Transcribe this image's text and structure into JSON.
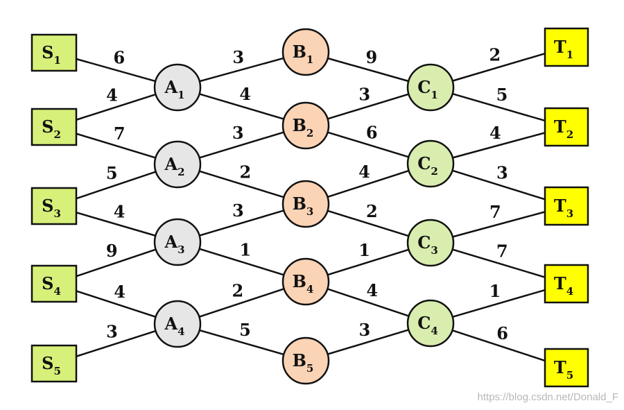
{
  "colors": {
    "source_fill": "#d6f07a",
    "target_fill": "#ffff00",
    "a_fill": "#e6e6e6",
    "b_fill": "#fbd3b5",
    "c_fill": "#d9edae",
    "stroke": "#111111"
  },
  "nodes": [
    {
      "id": "S1",
      "letter": "S",
      "sub": "1",
      "kind": "source"
    },
    {
      "id": "S2",
      "letter": "S",
      "sub": "2",
      "kind": "source"
    },
    {
      "id": "S3",
      "letter": "S",
      "sub": "3",
      "kind": "source"
    },
    {
      "id": "S4",
      "letter": "S",
      "sub": "4",
      "kind": "source"
    },
    {
      "id": "S5",
      "letter": "S",
      "sub": "5",
      "kind": "source"
    },
    {
      "id": "A1",
      "letter": "A",
      "sub": "1",
      "kind": "a"
    },
    {
      "id": "A2",
      "letter": "A",
      "sub": "2",
      "kind": "a"
    },
    {
      "id": "A3",
      "letter": "A",
      "sub": "3",
      "kind": "a"
    },
    {
      "id": "A4",
      "letter": "A",
      "sub": "4",
      "kind": "a"
    },
    {
      "id": "B1",
      "letter": "B",
      "sub": "1",
      "kind": "b"
    },
    {
      "id": "B2",
      "letter": "B",
      "sub": "2",
      "kind": "b"
    },
    {
      "id": "B3",
      "letter": "B",
      "sub": "3",
      "kind": "b"
    },
    {
      "id": "B4",
      "letter": "B",
      "sub": "4",
      "kind": "b"
    },
    {
      "id": "B5",
      "letter": "B",
      "sub": "5",
      "kind": "b"
    },
    {
      "id": "C1",
      "letter": "C",
      "sub": "1",
      "kind": "c"
    },
    {
      "id": "C2",
      "letter": "C",
      "sub": "2",
      "kind": "c"
    },
    {
      "id": "C3",
      "letter": "C",
      "sub": "3",
      "kind": "c"
    },
    {
      "id": "C4",
      "letter": "C",
      "sub": "4",
      "kind": "c"
    },
    {
      "id": "T1",
      "letter": "T",
      "sub": "1",
      "kind": "target"
    },
    {
      "id": "T2",
      "letter": "T",
      "sub": "2",
      "kind": "target"
    },
    {
      "id": "T3",
      "letter": "T",
      "sub": "3",
      "kind": "target"
    },
    {
      "id": "T4",
      "letter": "T",
      "sub": "4",
      "kind": "target"
    },
    {
      "id": "T5",
      "letter": "T",
      "sub": "5",
      "kind": "target"
    }
  ],
  "edges": [
    {
      "from": "S1",
      "to": "A1",
      "weight": "6"
    },
    {
      "from": "S2",
      "to": "A1",
      "weight": "4"
    },
    {
      "from": "S2",
      "to": "A2",
      "weight": "7"
    },
    {
      "from": "S3",
      "to": "A2",
      "weight": "5"
    },
    {
      "from": "S3",
      "to": "A3",
      "weight": "4"
    },
    {
      "from": "S4",
      "to": "A3",
      "weight": "9"
    },
    {
      "from": "S4",
      "to": "A4",
      "weight": "4"
    },
    {
      "from": "S5",
      "to": "A4",
      "weight": "3"
    },
    {
      "from": "A1",
      "to": "B1",
      "weight": "3"
    },
    {
      "from": "A1",
      "to": "B2",
      "weight": "4"
    },
    {
      "from": "A2",
      "to": "B2",
      "weight": "3"
    },
    {
      "from": "A2",
      "to": "B3",
      "weight": "2"
    },
    {
      "from": "A3",
      "to": "B3",
      "weight": "3"
    },
    {
      "from": "A3",
      "to": "B4",
      "weight": "1"
    },
    {
      "from": "A4",
      "to": "B4",
      "weight": "2"
    },
    {
      "from": "A4",
      "to": "B5",
      "weight": "5"
    },
    {
      "from": "B1",
      "to": "C1",
      "weight": "9"
    },
    {
      "from": "B2",
      "to": "C1",
      "weight": "3"
    },
    {
      "from": "B2",
      "to": "C2",
      "weight": "6"
    },
    {
      "from": "B3",
      "to": "C2",
      "weight": "4"
    },
    {
      "from": "B3",
      "to": "C3",
      "weight": "2"
    },
    {
      "from": "B4",
      "to": "C3",
      "weight": "1"
    },
    {
      "from": "B4",
      "to": "C4",
      "weight": "4"
    },
    {
      "from": "B5",
      "to": "C4",
      "weight": "3"
    },
    {
      "from": "C1",
      "to": "T1",
      "weight": "2"
    },
    {
      "from": "C1",
      "to": "T2",
      "weight": "5"
    },
    {
      "from": "C2",
      "to": "T2",
      "weight": "4"
    },
    {
      "from": "C2",
      "to": "T3",
      "weight": "3"
    },
    {
      "from": "C3",
      "to": "T3",
      "weight": "7"
    },
    {
      "from": "C3",
      "to": "T4",
      "weight": "7"
    },
    {
      "from": "C4",
      "to": "T4",
      "weight": "1"
    },
    {
      "from": "C4",
      "to": "T5",
      "weight": "6"
    }
  ],
  "watermark": "https://blog.csdn.net/Donald_F"
}
